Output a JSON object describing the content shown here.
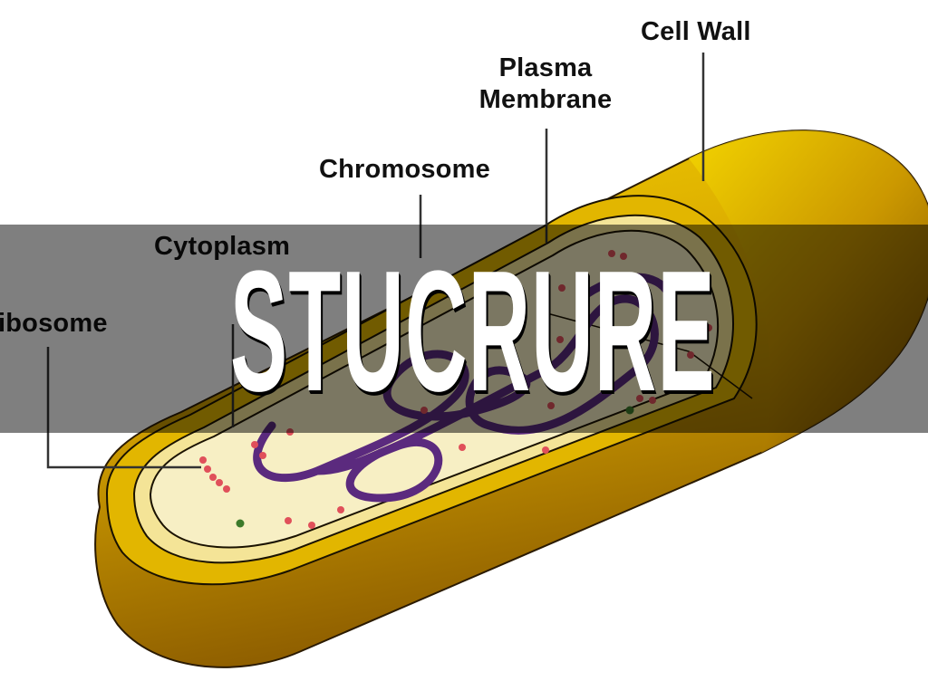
{
  "slide": {
    "title": "STUCRURE",
    "overlay_band_color": "#000000",
    "overlay_band_opacity": 0.5
  },
  "diagram": {
    "subject": "Prokaryotic (bacterial) cell structure",
    "labels": {
      "cell_wall": "Cell Wall",
      "plasma_membrane_line1": "Plasma",
      "plasma_membrane_line2": "Membrane",
      "chromosome": "Chromosome",
      "cytoplasm": "Cytoplasm",
      "ribosome": "ibosome"
    },
    "colors": {
      "cell_wall": "#e3b800",
      "cell_wall_shadow": "#9a6a00",
      "membrane": "#f3e08a",
      "cytoplasm": "#f7eec0",
      "chromosome": "#5b2a7e",
      "ribosome": "#e0505a",
      "inclusion": "#3c7a2a",
      "leader_line": "#333333"
    }
  }
}
